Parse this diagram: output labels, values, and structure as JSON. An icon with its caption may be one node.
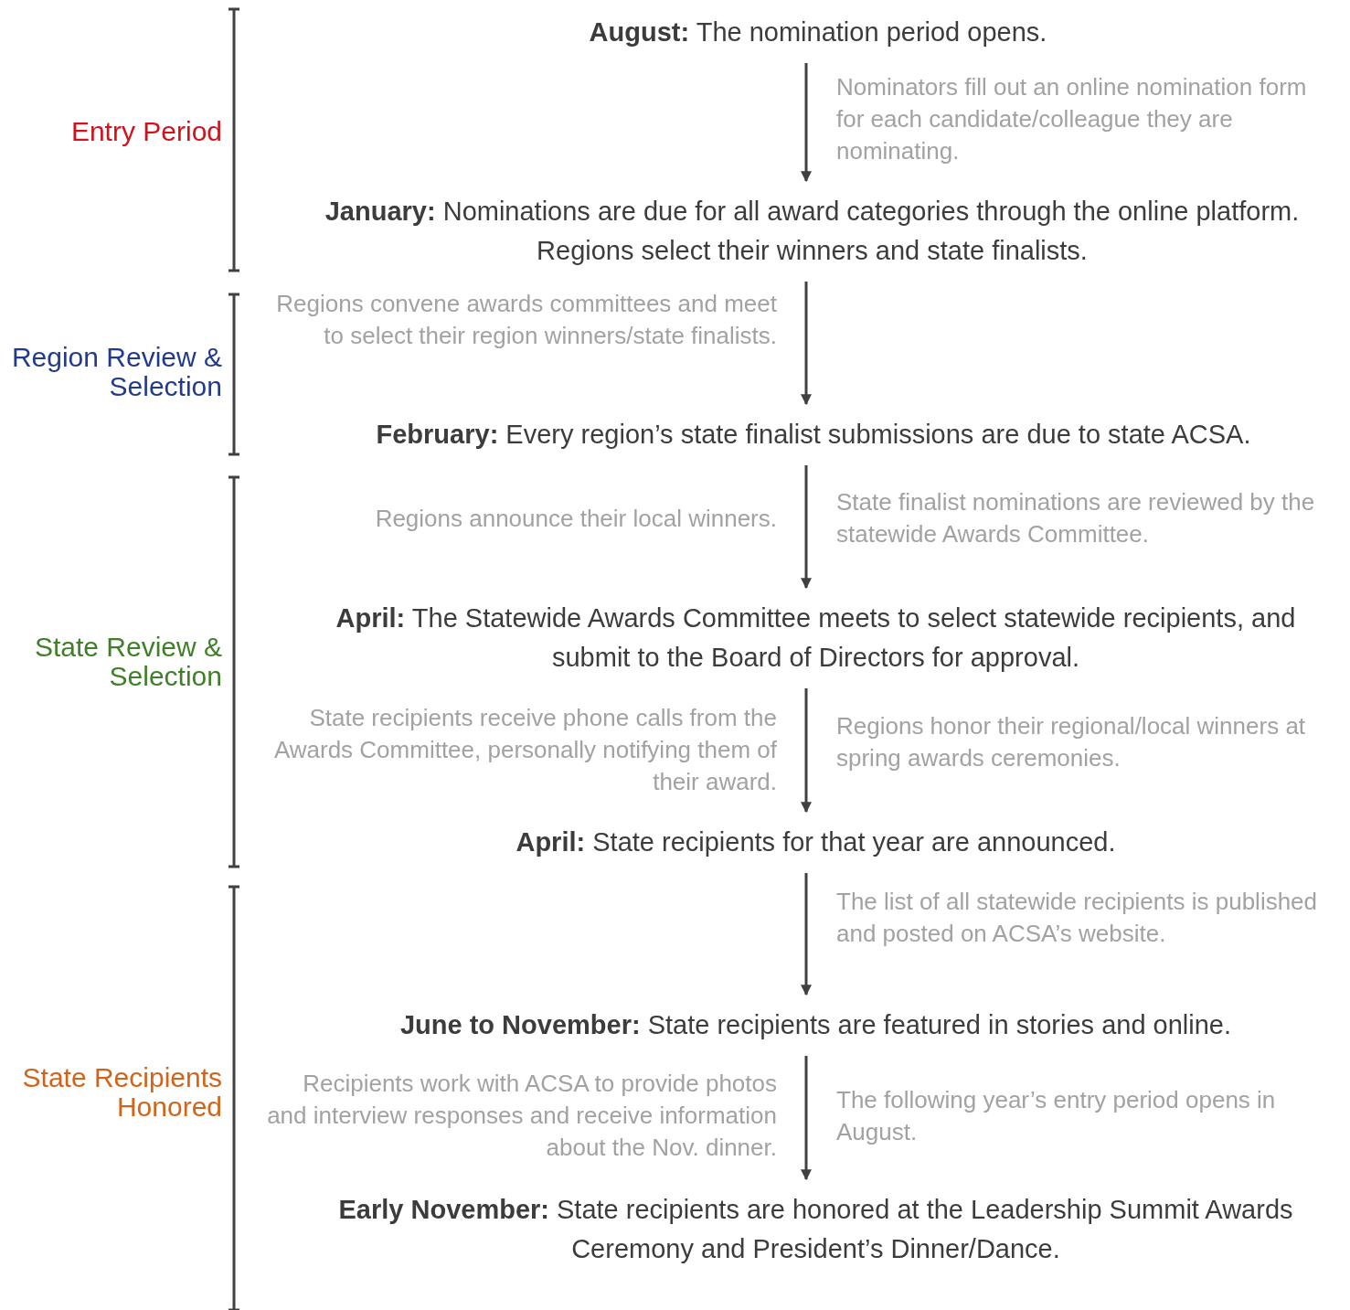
{
  "diagram": {
    "nodes": [
      {
        "text": [
          "**August:** The nomination period opens."
        ]
      },
      {
        "text": [
          "**January:** Nominations are due for all award categories through the online platform. Regions select their winners and state finalists."
        ]
      },
      {
        "text": [
          "**February:** Every region’s state finalist submissions are due to state ACSA."
        ]
      },
      {
        "text": [
          "**April:** The Statewide Awards Committee meets to select statewide recipients, and submit to the Board of Directors for approval."
        ]
      },
      {
        "text": [
          "**April:** State recipients for that year are announced."
        ]
      },
      {
        "text": [
          "**June to November:** State recipients are featured in stories and online."
        ]
      },
      {
        "text": [
          "**Early November:** State recipients are honored at the Leadership Summit Awards Ceremony and President’s Dinner/Dance."
        ]
      }
    ],
    "edges": [
      {
        "from": 0,
        "to": 1,
        "arrow": "to"
      },
      {
        "from": 1,
        "to": 2,
        "arrow": "to"
      },
      {
        "from": 2,
        "to": 3,
        "arrow": "to"
      },
      {
        "from": 3,
        "to": 4,
        "arrow": "to"
      },
      {
        "from": 4,
        "to": 5,
        "arrow": "to"
      },
      {
        "from": 5,
        "to": 6,
        "arrow": "to"
      }
    ],
    "labels": [
      "Entry Period",
      "Nominators fill out an online nomination form for each candidate/colleague they are nominating.",
      "Regions convene awards committees and meet to select their region winners/state finalists.",
      "Region Review & Selection",
      "Regions announce their local winners.",
      "State finalist nominations are reviewed by the statewide Awards Committee.",
      "State Review & Selection",
      "State recipients receive phone calls from the Awards Committee, personally notifying them of their award.",
      "Regions honor their regional/local winners at spring awards ceremonies.",
      "The list of all statewide recipients is published and posted on ACSA’s website.",
      "Recipients work with ACSA to provide photos and interview responses and receive information about the Nov. dinner.",
      "The following year’s entry period opens in August.",
      "State Recipients Honored"
    ]
  }
}
